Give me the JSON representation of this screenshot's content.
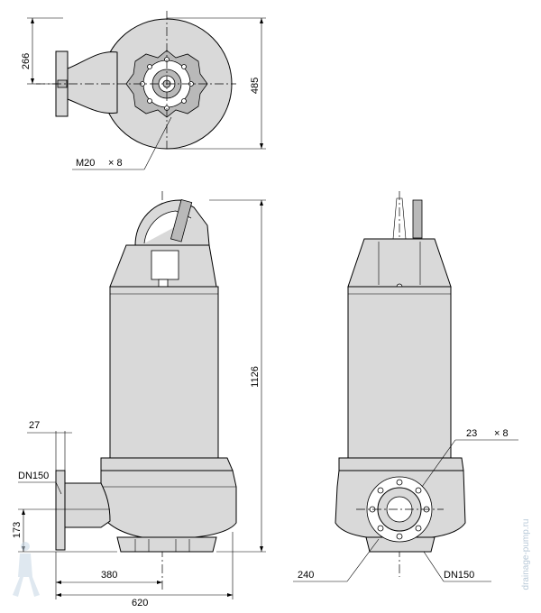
{
  "dimensions": {
    "top_left_height": "266",
    "top_right_height": "485",
    "bolt_callout": "M20",
    "bolt_multiplier": "× 8",
    "total_height": "1126",
    "flange_thickness": "27",
    "outlet_size_left": "DN150",
    "outlet_center_height": "173",
    "center_distance": "380",
    "overall_length": "620",
    "hole_callout": "23",
    "hole_multiplier": "× 8",
    "foot_width": "240",
    "outlet_size_right": "DN150"
  },
  "watermark": {
    "vertical_text": "drainage-pump.ru"
  },
  "colors": {
    "body_fill": "#d9d9d9",
    "dark_fill": "#b9b9b9",
    "line": "#000000",
    "watermark": "#b8c9d8"
  }
}
